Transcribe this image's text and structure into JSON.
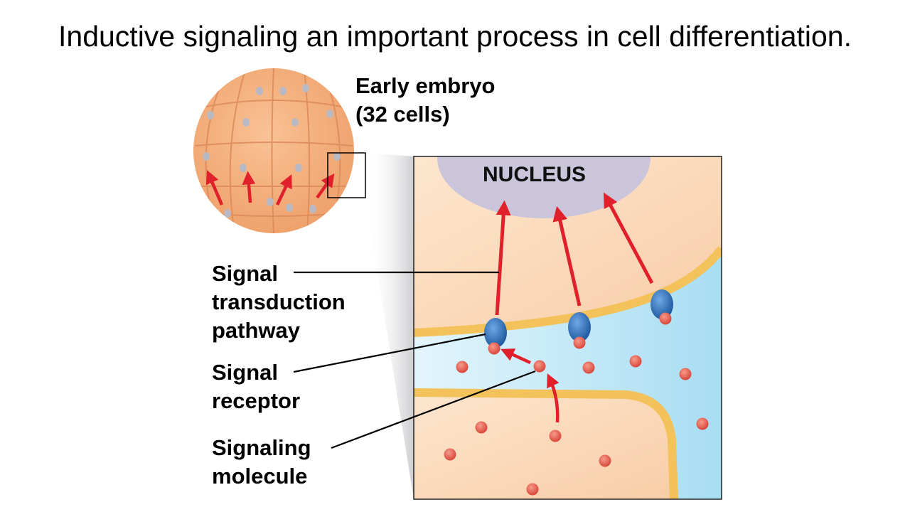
{
  "slide": {
    "title": "Inductive signaling an important process in cell differentiation."
  },
  "diagram": {
    "embryo_label": [
      "Early embryo",
      "(32 cells)"
    ],
    "nucleus_label": "NUCLEUS",
    "pathway_label": [
      "Signal",
      "transduction",
      "pathway"
    ],
    "receptor_label": [
      "Signal",
      "receptor"
    ],
    "molecule_label": [
      "Signaling",
      "molecule"
    ]
  },
  "colors": {
    "cell_orange": "#f4b07e",
    "cytoplasm_peach": "#fbd8b6",
    "nucleus_lavender": "#cbc5dc",
    "extracellular_blue": "#c9ecf8",
    "membrane_yellow": "#f3c25a",
    "receptor_blue": "#2f6fb3",
    "molecule_red": "#e8604f",
    "arrow_red": "#e0202a"
  }
}
